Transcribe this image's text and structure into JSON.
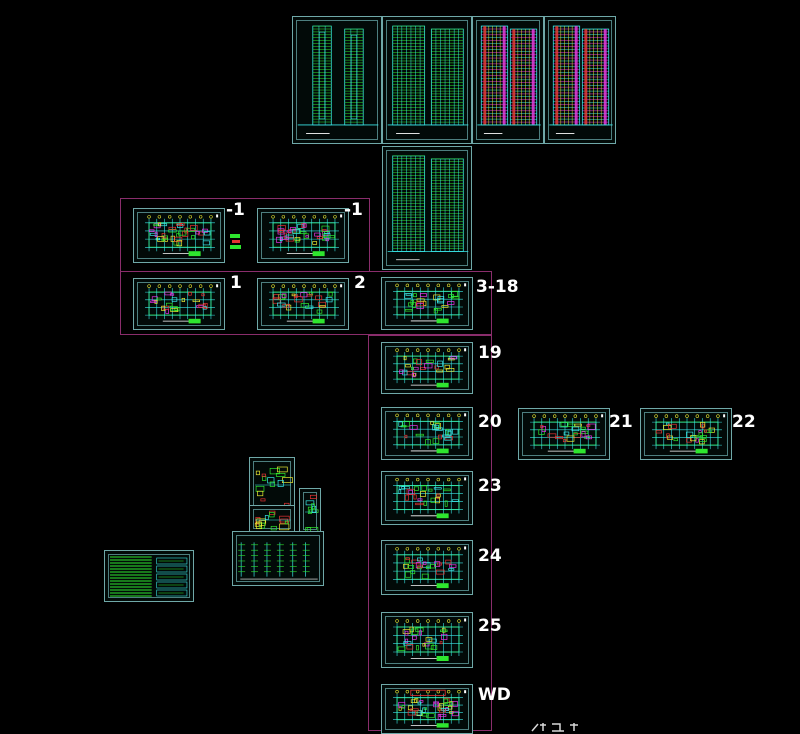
{
  "drawing": {
    "background": "#000000",
    "colors": {
      "frame": "#6fa8a8",
      "group_border": "#8a2d6c",
      "plan_green": "#2ee62e",
      "plan_cyan": "#39e6e6",
      "plan_red": "#e63232",
      "plan_magenta": "#e632e6",
      "plan_yellow": "#e6e632",
      "label": "#ffffff"
    },
    "floor_labels": {
      "basement_a": "-1",
      "basement_b": "-1",
      "floor_1": "1",
      "floor_2": "2",
      "floor_3_18": "3-18",
      "floor_19": "19",
      "floor_20": "20",
      "floor_21": "21",
      "floor_22": "22",
      "floor_23": "23",
      "floor_24": "24",
      "floor_25": "25",
      "roof": "WD"
    }
  }
}
